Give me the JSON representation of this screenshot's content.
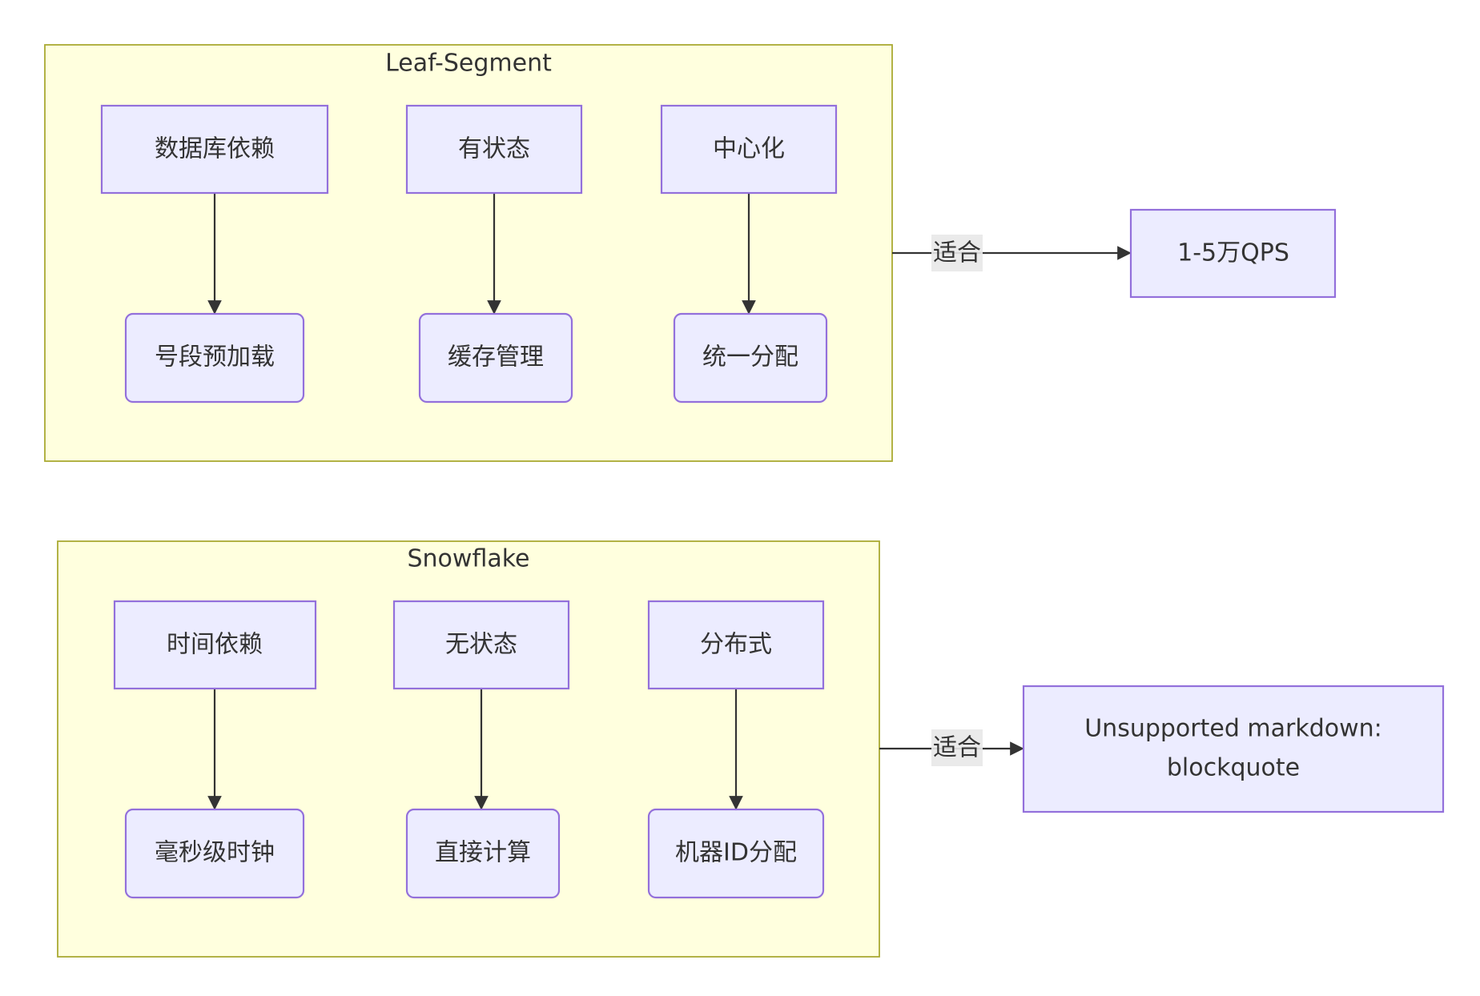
{
  "diagram": {
    "clusters": {
      "leaf": {
        "title": "Leaf-Segment"
      },
      "snow": {
        "title": "Snowflake"
      }
    },
    "nodes": {
      "db_dependency": "数据库依赖",
      "stateful": "有状态",
      "centralized": "中心化",
      "segment_preload": "号段预加载",
      "cache_management": "缓存管理",
      "unified_allocation": "统一分配",
      "qps_range": "1-5万QPS",
      "time_dependency": "时间依赖",
      "stateless": "无状态",
      "distributed": "分布式",
      "millisecond_clock": "毫秒级时钟",
      "direct_compute": "直接计算",
      "machine_id_allocation": "机器ID分配",
      "unsupported_line1": "Unsupported markdown:",
      "unsupported_line2": "blockquote"
    },
    "edges": {
      "leaf_suits": "适合",
      "snow_suits": "适合"
    },
    "colors": {
      "cluster_fill": "#ffffde",
      "cluster_stroke": "#aaaa33",
      "node_fill": "#ececff",
      "node_stroke": "#9370db",
      "edge": "#333333",
      "edge_label_bg": "#e8e8e8",
      "text": "#333333"
    }
  }
}
